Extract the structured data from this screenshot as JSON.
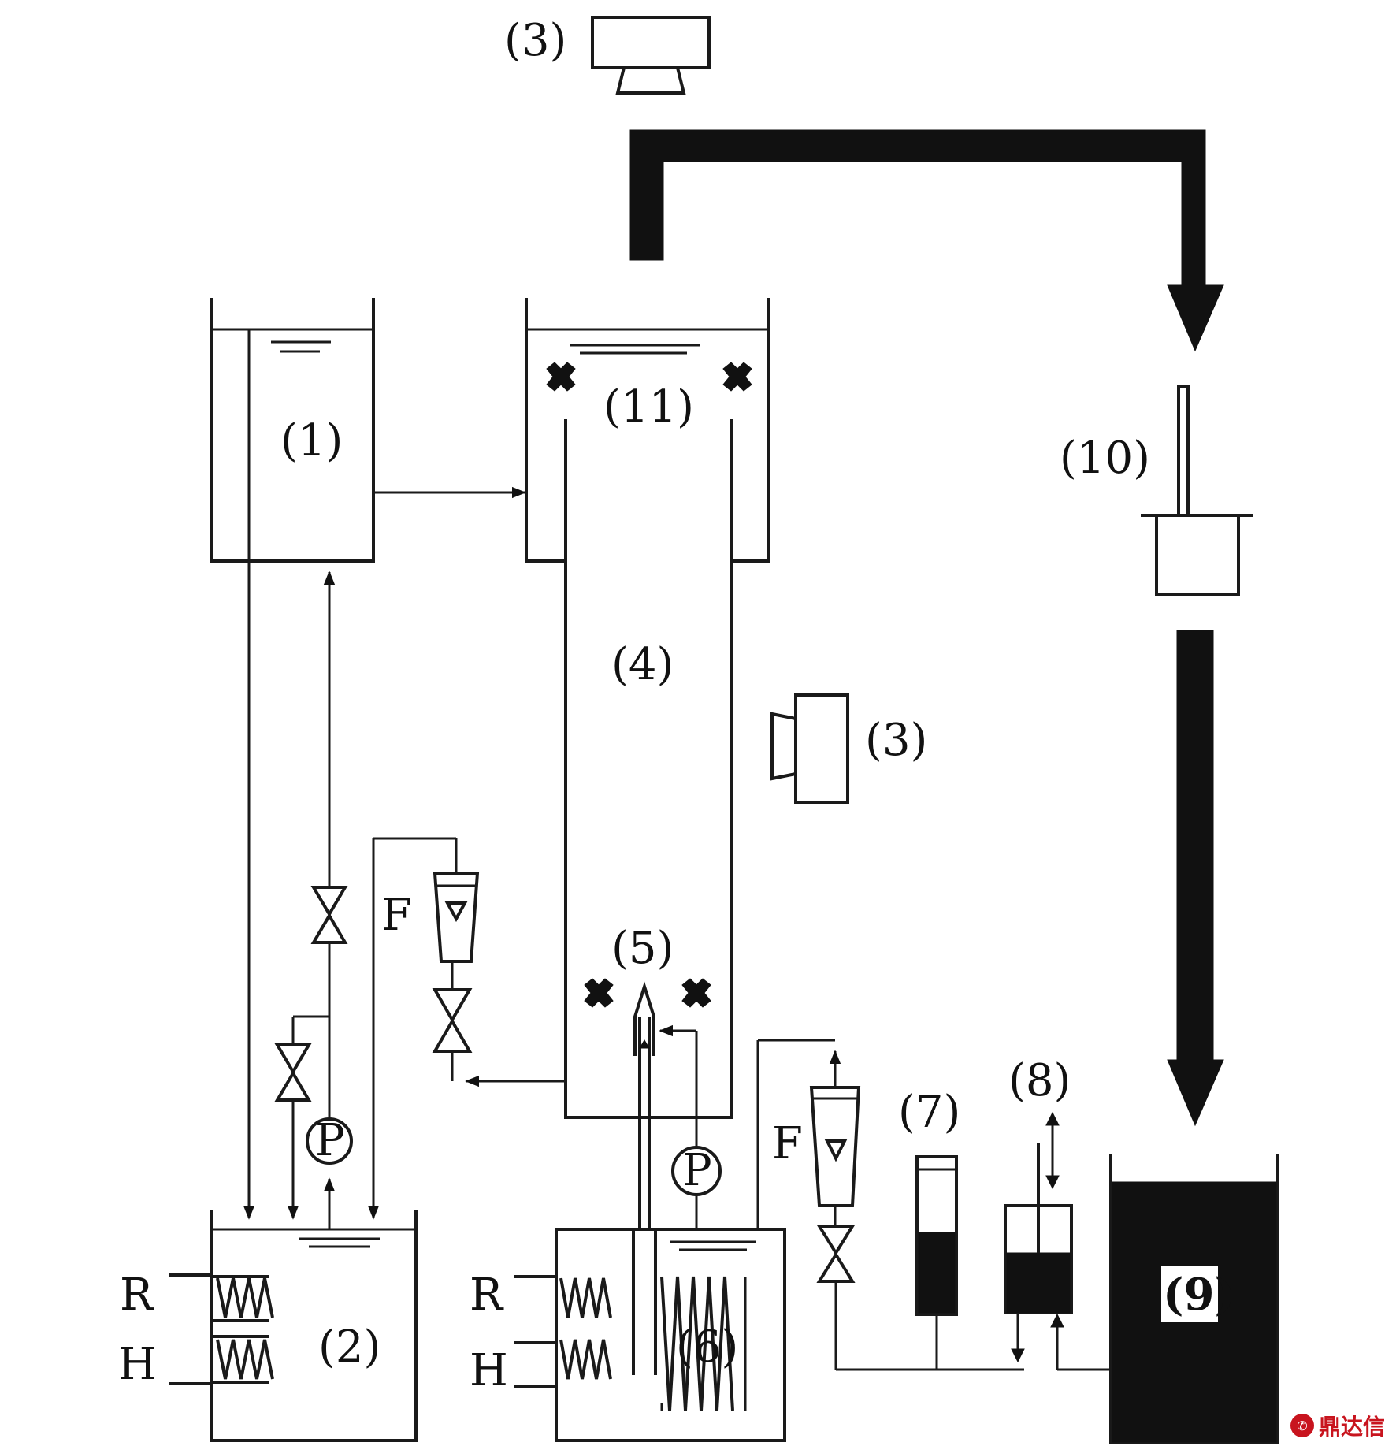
{
  "labels": {
    "l1": "(1)",
    "l2": "(2)",
    "l3a": "(3)",
    "l3b": "(3)",
    "l4": "(4)",
    "l5": "(5)",
    "l6": "(6)",
    "l7": "(7)",
    "l8": "(8)",
    "l9": "(9)",
    "l10": "(10)",
    "l11": "(11)",
    "f1": "F",
    "f2": "F",
    "p1": "P",
    "p2": "P",
    "r1": "R",
    "h1": "H",
    "r2": "R",
    "h2": "H"
  },
  "watermark": {
    "text": "鼎达信",
    "icon": "logo-icon"
  },
  "colors": {
    "line": "#1a1a1a",
    "fill": "#111111",
    "watermark": "#c8141e"
  }
}
